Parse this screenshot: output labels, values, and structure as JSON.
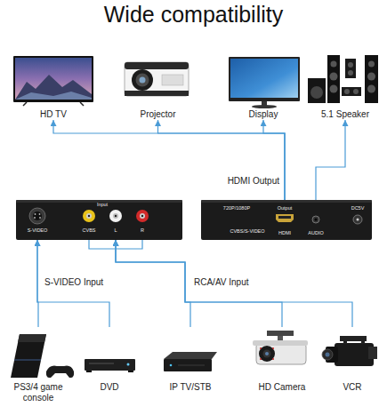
{
  "diagram": {
    "title": "Wide compatibility",
    "nodes": [
      {
        "text": [
          "HD TV"
        ]
      },
      {
        "text": [
          "Projector"
        ]
      },
      {
        "text": [
          "Display"
        ]
      },
      {
        "text": [
          "5.1 Speaker"
        ]
      },
      {
        "text": [
          "S-VIDEO",
          "Input",
          "CVBS",
          "L",
          "R"
        ]
      },
      {
        "text": [
          "720P/1080P",
          "Output",
          "CVBS/S-VIDEO",
          "HDMI",
          "AUDIO",
          "DC5V"
        ]
      },
      {
        "text": [
          "PS3/4 game console"
        ]
      },
      {
        "text": [
          "DVD"
        ]
      },
      {
        "text": [
          "IP TV/STB"
        ]
      },
      {
        "text": [
          "HD Camera"
        ]
      },
      {
        "text": [
          "VCR"
        ]
      }
    ],
    "edges": [
      {
        "from": 5,
        "to": 0,
        "arrow": "to"
      },
      {
        "from": 5,
        "to": 1,
        "arrow": "to"
      },
      {
        "from": 5,
        "to": 2,
        "arrow": "to"
      },
      {
        "from": 5,
        "to": 3,
        "arrow": "to"
      },
      {
        "from": 6,
        "to": 4,
        "arrow": "to"
      },
      {
        "from": 7,
        "to": 4,
        "arrow": "to"
      },
      {
        "from": 8,
        "to": 4,
        "arrow": "to"
      },
      {
        "from": 9,
        "to": 4,
        "arrow": "to"
      },
      {
        "from": 10,
        "to": 4,
        "arrow": "to"
      }
    ],
    "labels": [
      "HDMI Output",
      "S-VIDEO Input",
      "RCA/AV Input"
    ]
  }
}
